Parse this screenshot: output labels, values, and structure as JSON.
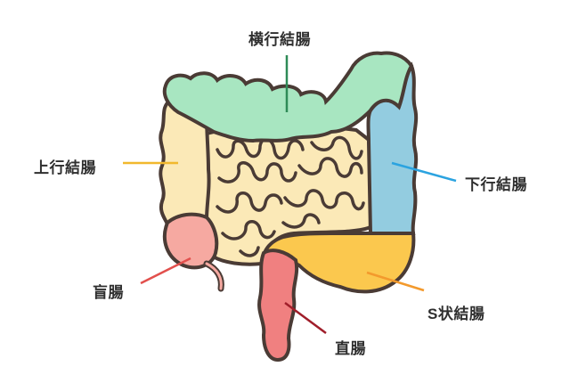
{
  "labels": {
    "transverse_colon": "横行結腸",
    "ascending_colon": "上行結腸",
    "descending_colon": "下行結腸",
    "cecum": "盲腸",
    "sigmoid_colon": "S状結腸",
    "rectum": "直腸"
  },
  "colors": {
    "outline": "#4a3b35",
    "small_intestine": "#fbe9b7",
    "transverse_colon": "#a8e6c1",
    "ascending_colon": "#fbe9b7",
    "descending_colon": "#93cce0",
    "cecum": "#f6a9a1",
    "sigmoid_colon": "#fbc84e",
    "rectum": "#f08080",
    "leader_transverse": "#2e8b57",
    "leader_ascending": "#f1b82d",
    "leader_descending": "#2ba3e0",
    "leader_cecum": "#e2504d",
    "leader_sigmoid": "#f39a2d",
    "leader_rectum": "#a01e2a"
  }
}
